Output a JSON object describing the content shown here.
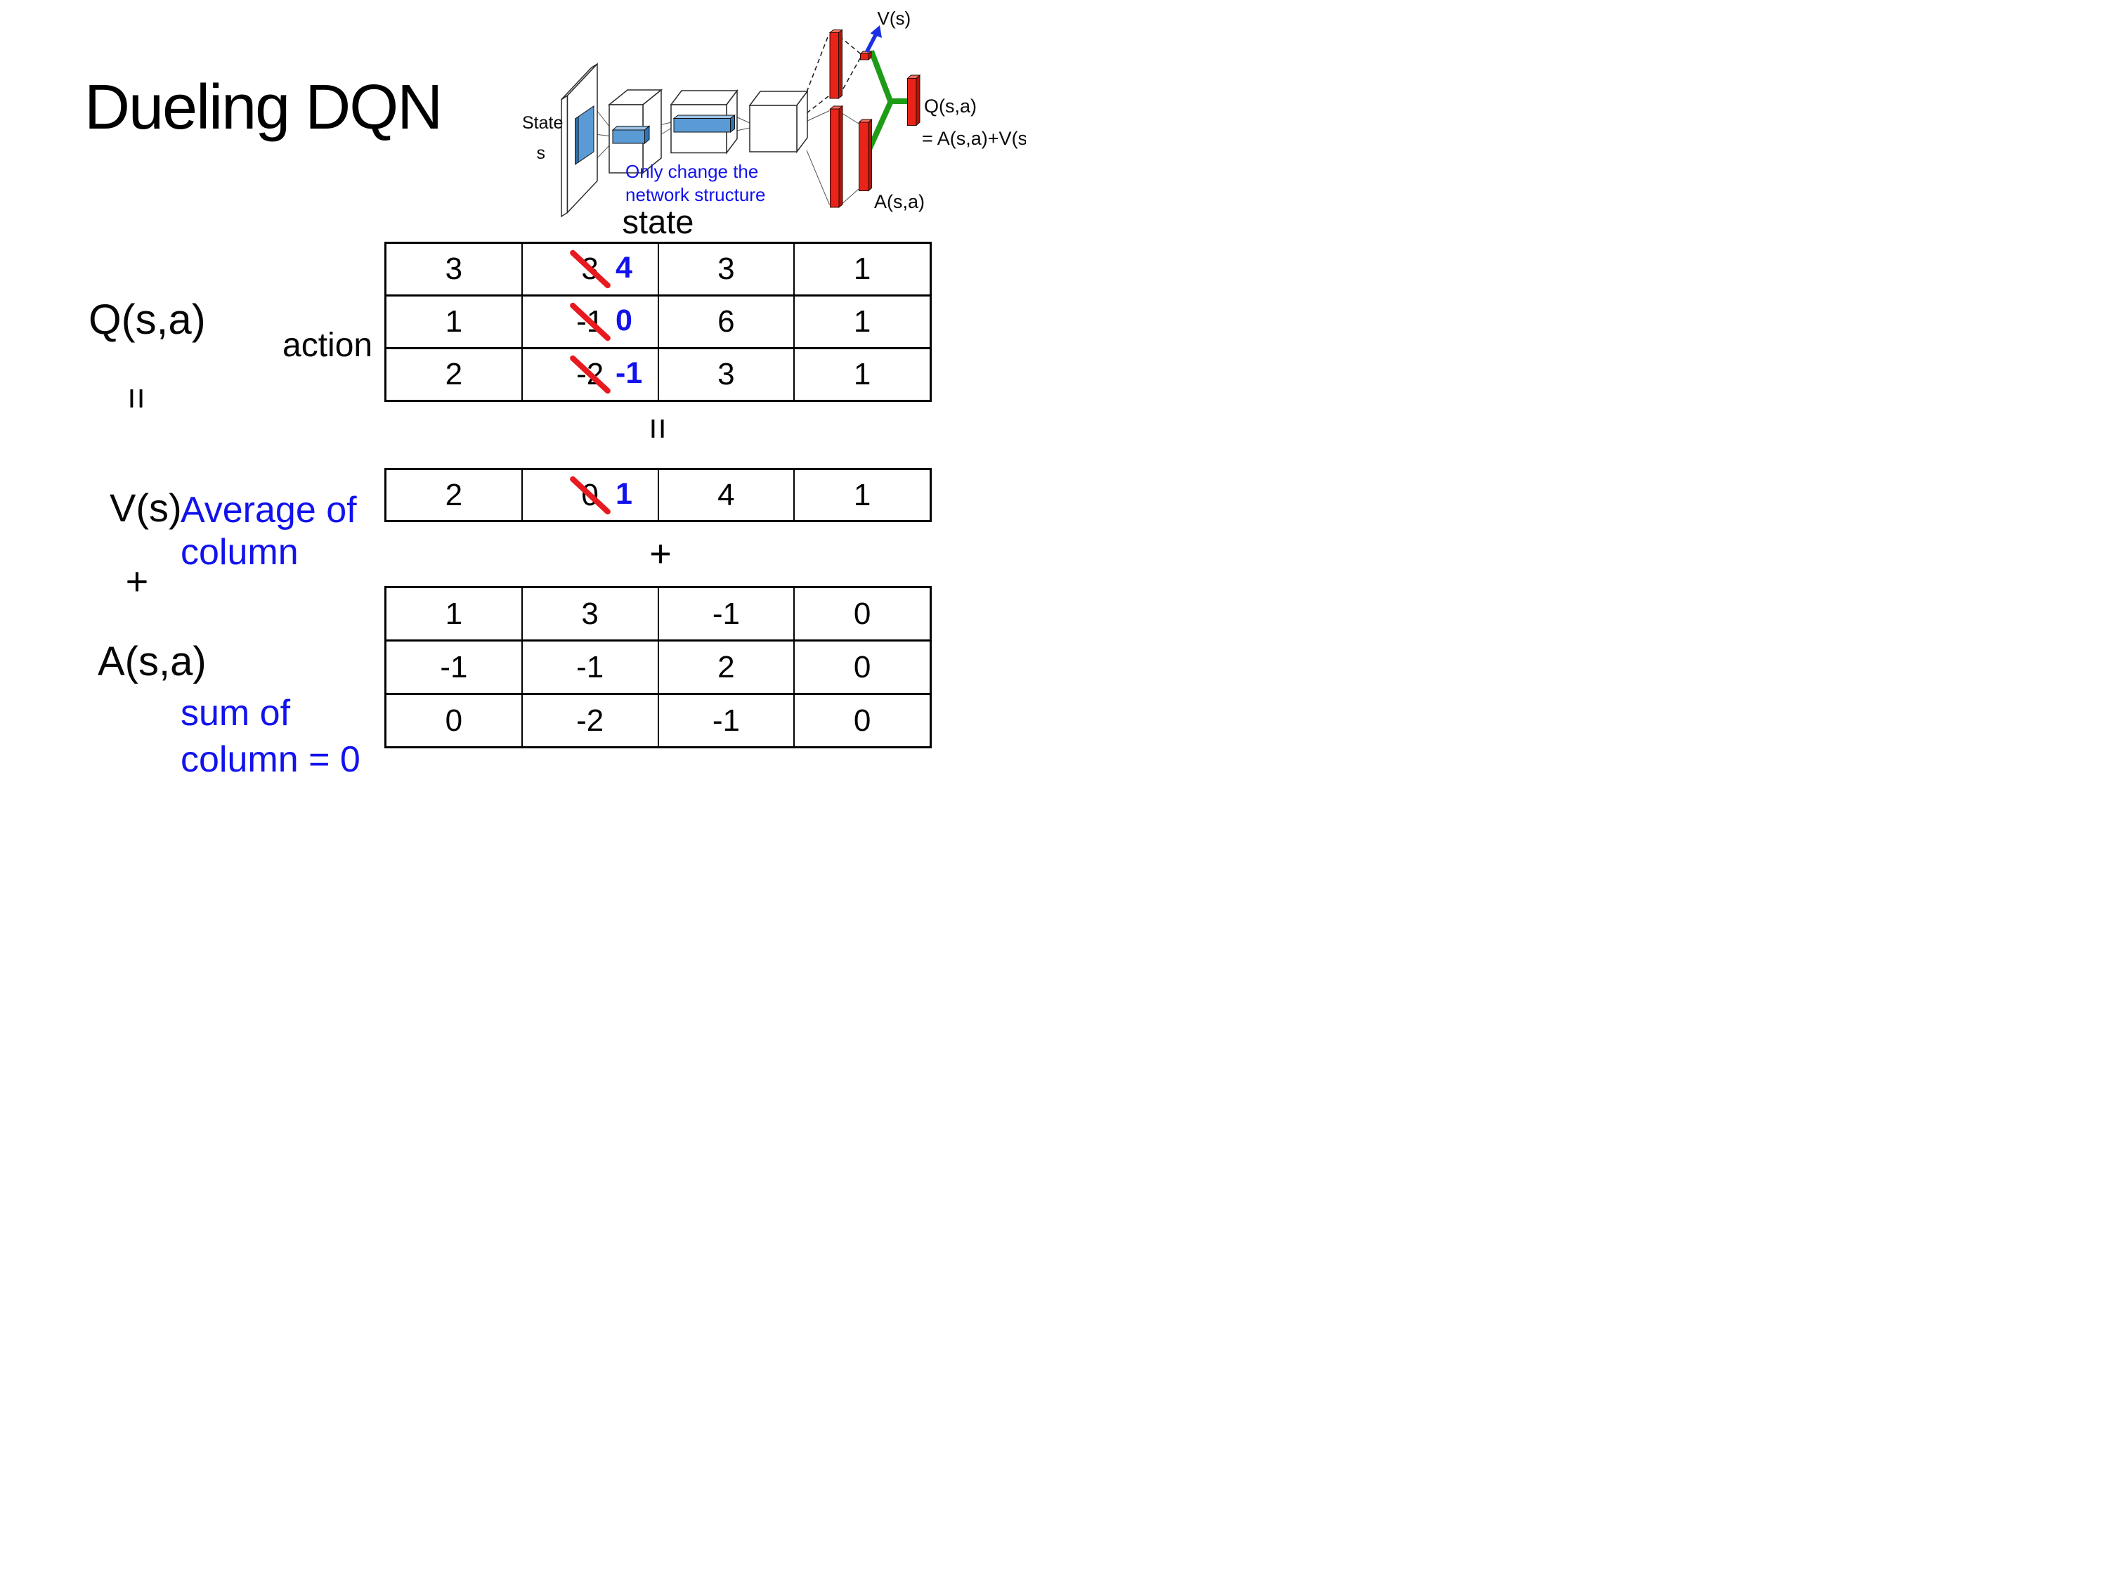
{
  "slide": {
    "title": "Dueling DQN",
    "colors": {
      "text_black": "#060606",
      "accent_blue": "#1212ee",
      "strike_red": "#e8191f",
      "bar_red": "#ea2318",
      "link_green": "#1e9c17",
      "filter_blue": "#5b9bd5"
    }
  },
  "diagram": {
    "state_line1": "State",
    "state_line2": "s",
    "note_line1": "Only change the",
    "note_line2": "network structure",
    "v_out_label": "V(s)",
    "q_out_label_line1": "Q(s,a)",
    "q_out_label_line2": "= A(s,a)+V(s)",
    "a_out_label": "A(s,a)"
  },
  "matrix_section": {
    "state_header": "state",
    "action_label": "action",
    "q_label": "Q(s,a)",
    "equals_left": "=",
    "equals_center": "=",
    "v_label": "V(s)",
    "v_note_line1": "Average of",
    "v_note_line2": "column",
    "plus_left": "+",
    "plus_center": "+",
    "a_label": "A(s,a)",
    "a_note_line1": "sum of",
    "a_note_line2": "column = 0",
    "q_table": {
      "rows": [
        [
          {
            "v": "3"
          },
          {
            "v": "3",
            "new": "4"
          },
          {
            "v": "3"
          },
          {
            "v": "1"
          }
        ],
        [
          {
            "v": "1"
          },
          {
            "v": "-1",
            "new": "0"
          },
          {
            "v": "6"
          },
          {
            "v": "1"
          }
        ],
        [
          {
            "v": "2"
          },
          {
            "v": "-2",
            "new": "-1"
          },
          {
            "v": "3"
          },
          {
            "v": "1"
          }
        ]
      ]
    },
    "v_table": {
      "rows": [
        [
          {
            "v": "2"
          },
          {
            "v": "0",
            "new": "1"
          },
          {
            "v": "4"
          },
          {
            "v": "1"
          }
        ]
      ]
    },
    "a_table": {
      "rows": [
        [
          {
            "v": "1"
          },
          {
            "v": "3"
          },
          {
            "v": "-1"
          },
          {
            "v": "0"
          }
        ],
        [
          {
            "v": "-1"
          },
          {
            "v": "-1"
          },
          {
            "v": "2"
          },
          {
            "v": "0"
          }
        ],
        [
          {
            "v": "0"
          },
          {
            "v": "-2"
          },
          {
            "v": "-1"
          },
          {
            "v": "0"
          }
        ]
      ]
    }
  }
}
